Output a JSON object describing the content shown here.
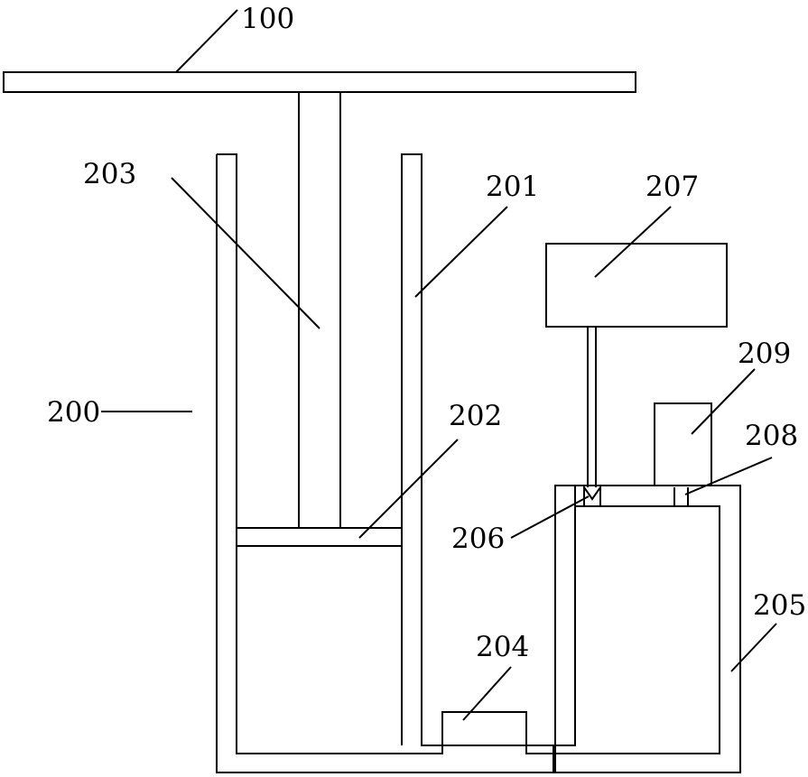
{
  "labels": {
    "l100": "100",
    "l200": "200",
    "l201": "201",
    "l202": "202",
    "l203": "203",
    "l204": "204",
    "l205": "205",
    "l206": "206",
    "l207": "207",
    "l208": "208",
    "l209": "209"
  }
}
